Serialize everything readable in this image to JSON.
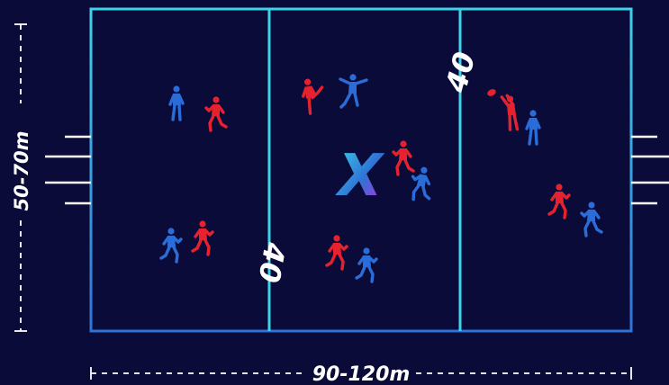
{
  "field": {
    "line_label_left": "40",
    "line_label_right": "40",
    "center_mark": "X",
    "width_label": "50-70m",
    "length_label": "90-120m"
  },
  "colors": {
    "background": "#0b0b3a",
    "field_line": "#3fd3e8",
    "field_line_bottom": "#2f73d6",
    "team_red": "#e6222f",
    "team_blue": "#2a6cd8",
    "post": "#ffffff",
    "dim_line": "#ffffff"
  },
  "players": [
    {
      "team": "blue",
      "pose": "standing"
    },
    {
      "team": "red",
      "pose": "running"
    },
    {
      "team": "red",
      "pose": "kicking"
    },
    {
      "team": "blue",
      "pose": "leaping"
    },
    {
      "team": "red",
      "pose": "running"
    },
    {
      "team": "blue",
      "pose": "running"
    },
    {
      "team": "blue",
      "pose": "running"
    },
    {
      "team": "red",
      "pose": "running"
    },
    {
      "team": "red",
      "pose": "running"
    },
    {
      "team": "blue",
      "pose": "running"
    },
    {
      "team": "red",
      "pose": "marking"
    },
    {
      "team": "blue",
      "pose": "standing"
    },
    {
      "team": "red",
      "pose": "running"
    },
    {
      "team": "blue",
      "pose": "running"
    }
  ],
  "ball": {
    "color": "#e6222f"
  }
}
